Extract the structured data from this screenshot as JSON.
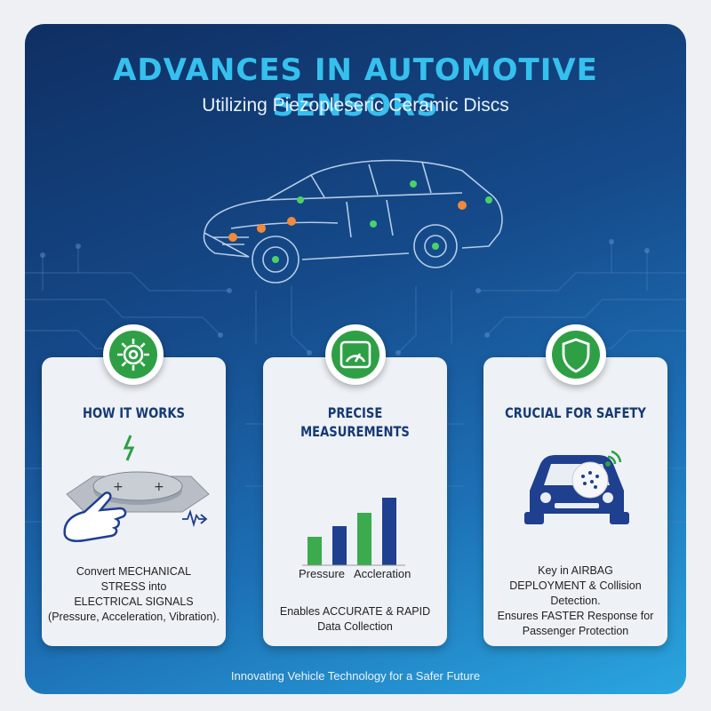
{
  "title": "ADVANCES IN AUTOMOTIVE SENSORS",
  "subtitle": "Utilizing Piezopleseric Ceramic Discs",
  "cards": [
    {
      "icon": "gear-icon",
      "title": "HOW IT WORKS",
      "lines": [
        "Convert MECHANICAL",
        "STRESS into",
        "ELECTRICAL SIGNALS",
        "(Pressure, Acceleration, Vibration)."
      ]
    },
    {
      "icon": "gauge-icon",
      "title_lines": [
        "PRECISE",
        "MEASUREMENTS"
      ],
      "chart_labels": [
        "Pressure",
        "Accleration"
      ],
      "lines": [
        "Enables ACCURATE & RAPID",
        "Data Collection"
      ]
    },
    {
      "icon": "shield-icon",
      "title": "CRUCIAL FOR SAFETY",
      "lines": [
        "Key in AIRBAG",
        "DEPLOYMENT & Collision Detection.",
        "Ensures FASTER Response for",
        "Passenger Protection"
      ]
    }
  ],
  "footer": "Innovating Vehicle Technology for a Safer Future",
  "colors": {
    "accent_green": "#2e9f45",
    "bar_blue": "#1f3f8f",
    "title_cyan": "#36c0ee",
    "card_title": "#163a73"
  }
}
